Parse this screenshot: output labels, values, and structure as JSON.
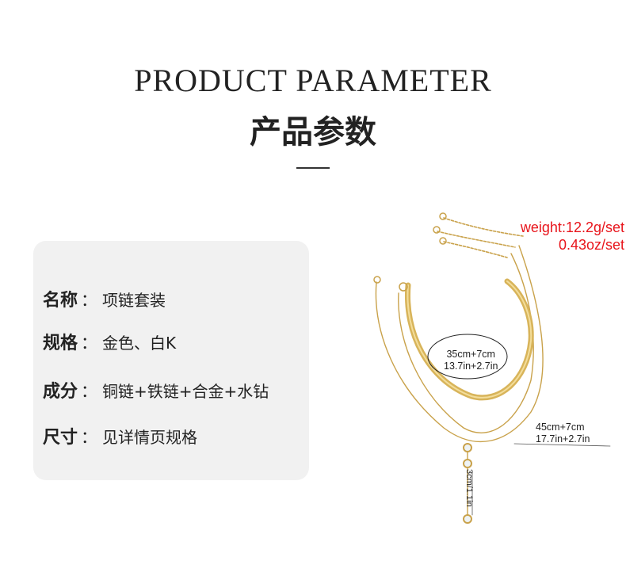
{
  "header": {
    "title_en": "PRODUCT PARAMETER",
    "title_cn": "产品参数"
  },
  "specs": [
    {
      "label": "名称",
      "colon": "：",
      "value": "项链套装"
    },
    {
      "label": "规格",
      "colon": "：",
      "value": "金色、白K"
    },
    {
      "label": "成分",
      "colon": "：",
      "value": "铜链+铁链+合金+水钻"
    },
    {
      "label": "尺寸",
      "colon": "：",
      "value": "见详情页规格"
    }
  ],
  "product": {
    "weight_line1": "weight:12.2g/set",
    "weight_line2": "0.43oz/set",
    "size_short_cm": "35cm+7cm",
    "size_short_in": "13.7in+2.7in",
    "size_long_cm": "45cm+7cm",
    "size_long_in": "17.7in+2.7in",
    "pendant_drop": "3cm/1.1in"
  },
  "colors": {
    "gold": "#c9a24b",
    "gold_light": "#e3c77a",
    "accent_red": "#e8141b",
    "card_bg": "#f1f1f1"
  }
}
